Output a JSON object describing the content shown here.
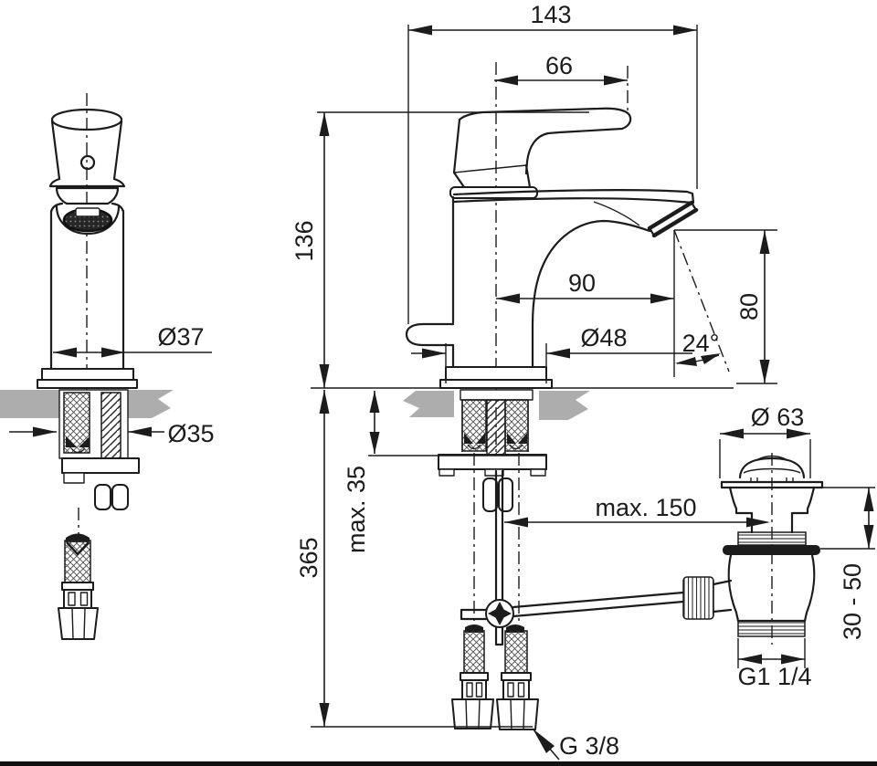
{
  "colors": {
    "line": "#1c1c1c",
    "sink_gray": "#adadad",
    "background": "#ffffff",
    "border": "#111111"
  },
  "labels": {
    "total_width": "143",
    "handle_width": "66",
    "height_above_deck": "136",
    "spout_reach": "90",
    "base_diameter": "Ø48",
    "body_diameter": "Ø37",
    "hole_diameter": "Ø35",
    "spout_angle": "24°",
    "outlet_height": "80",
    "deck_thickness": "max. 35",
    "hose_length": "365",
    "rod_length": "max. 150",
    "waste_flange_diameter": "Ø 63",
    "waste_mount_range": "30 - 50",
    "waste_thread": "G1 1/4",
    "hose_thread": "G 3/8"
  }
}
